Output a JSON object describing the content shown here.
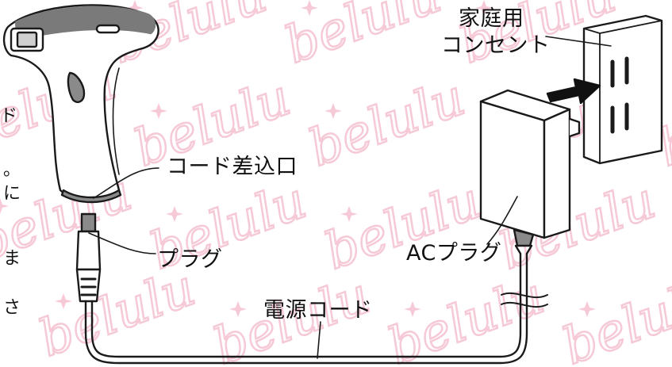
{
  "labels": {
    "outlet": [
      "家庭用",
      "コンセント"
    ],
    "cord_port": "コード差込口",
    "plug": "プラグ",
    "ac_plug": "ACプラグ",
    "power_cord": "電源コード"
  },
  "side_text_fragments": [
    "ド",
    "。",
    "に",
    "ま",
    "さ"
  ],
  "watermark": {
    "text": "belulu",
    "color": "#f6c9d6"
  },
  "colors": {
    "line": "#1a1a1a",
    "device_top": "#7a7a7a",
    "fill": "#ffffff"
  }
}
